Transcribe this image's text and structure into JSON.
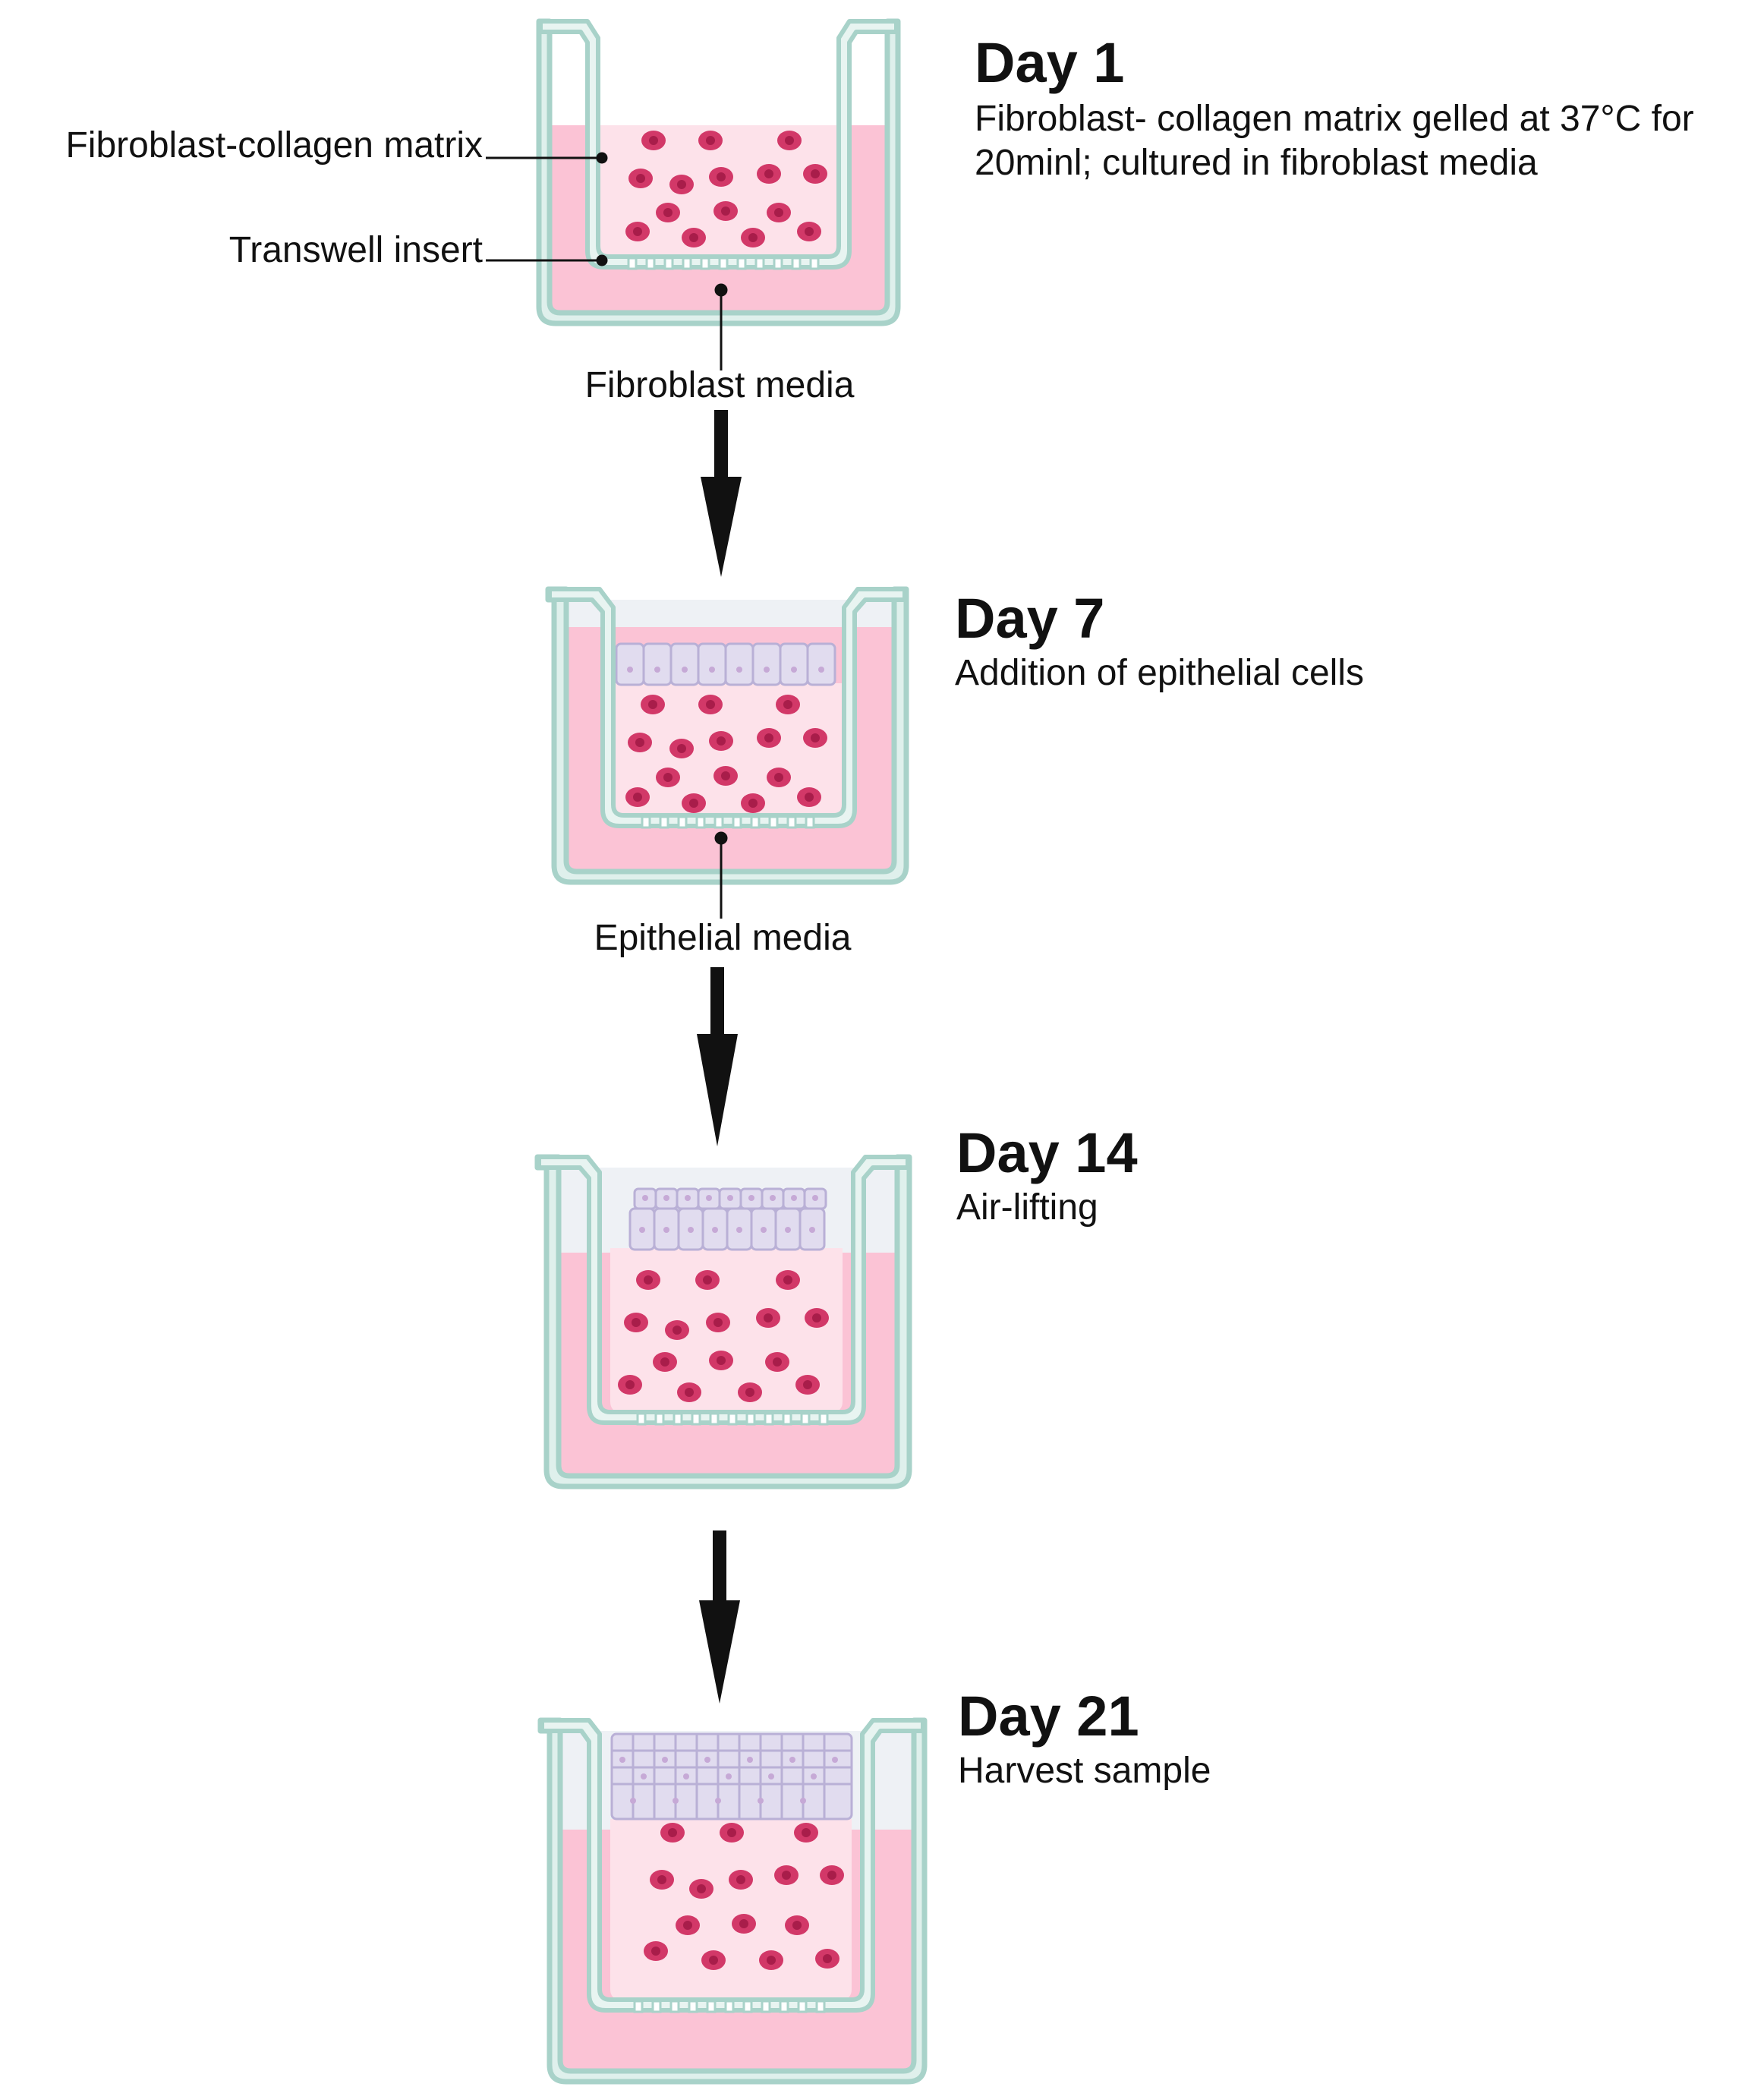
{
  "labels": {
    "matrix": "Fibroblast-collagen matrix",
    "insert": "Transwell insert",
    "fibroblast_media": "Fibroblast media",
    "epithelial_media": "Epithelial media"
  },
  "steps": [
    {
      "day": "Day 1",
      "desc_line1": "Fibroblast- collagen matrix gelled at 37°C for",
      "desc_line2": "20minl; cultured in fibroblast media"
    },
    {
      "day": "Day 7",
      "desc_line1": "Addition of epithelial cells"
    },
    {
      "day": "Day 14",
      "desc_line1": "Air-lifting"
    },
    {
      "day": "Day 21",
      "desc_line1": "Harvest sample"
    }
  ],
  "colors": {
    "well_wall": "#a8d2c9",
    "media_pink": "#fbc3d5",
    "matrix_pink": "#fde2ea",
    "air_gray": "#eef1f5",
    "fibroblast_cell": "#d23868",
    "fibroblast_core": "#a81d4a",
    "epithelial_cell": "#e1dcef",
    "epithelial_stroke": "#b9b0d6",
    "arrow": "#111111"
  }
}
